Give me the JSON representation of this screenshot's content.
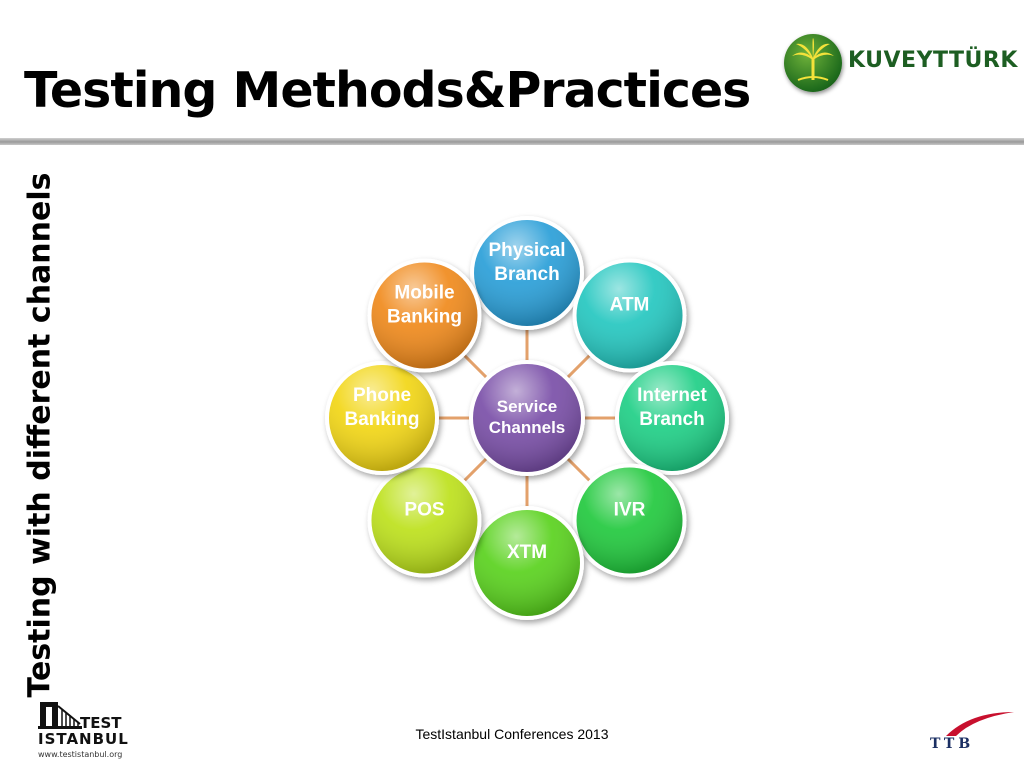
{
  "slide": {
    "title": "Testing Methods&Practices",
    "side_label": "Testing with different channels",
    "footer": "TestIstanbul Conferences 2013"
  },
  "logos": {
    "kuveyt_turk": {
      "wordmark": "KUVEYTTÜRK",
      "icon": "palm-tree-emblem",
      "color": "#1d5e22"
    },
    "test_istanbul": {
      "line1": "TEST",
      "line2": "ISTANBUL",
      "url": "www.testistanbul.org",
      "icon": "bridge-icon"
    },
    "ttb": {
      "wordmark": "TTB",
      "color": "#1b2f63",
      "accent": "#c8102e"
    }
  },
  "diagram": {
    "type": "hub-and-spoke",
    "connector_color": "#e3a16b",
    "hub": {
      "lines": [
        "Service",
        "Channels"
      ],
      "color": "#7a4fa8"
    },
    "nodes": [
      {
        "id": "physical-branch",
        "lines": [
          "Physical",
          "Branch"
        ],
        "color": "#2a9fd8"
      },
      {
        "id": "atm",
        "lines": [
          "ATM"
        ],
        "color": "#25c7c0"
      },
      {
        "id": "internet-branch",
        "lines": [
          "Internet",
          "Branch"
        ],
        "color": "#1fcf86"
      },
      {
        "id": "ivr",
        "lines": [
          "IVR"
        ],
        "color": "#22c93e"
      },
      {
        "id": "xtm",
        "lines": [
          "XTM"
        ],
        "color": "#5ad21e"
      },
      {
        "id": "pos",
        "lines": [
          "POS"
        ],
        "color": "#bde11c"
      },
      {
        "id": "phone-banking",
        "lines": [
          "Phone",
          "Banking"
        ],
        "color": "#f2d615"
      },
      {
        "id": "mobile-banking",
        "lines": [
          "Mobile",
          "Banking"
        ],
        "color": "#f08a1c"
      }
    ]
  }
}
